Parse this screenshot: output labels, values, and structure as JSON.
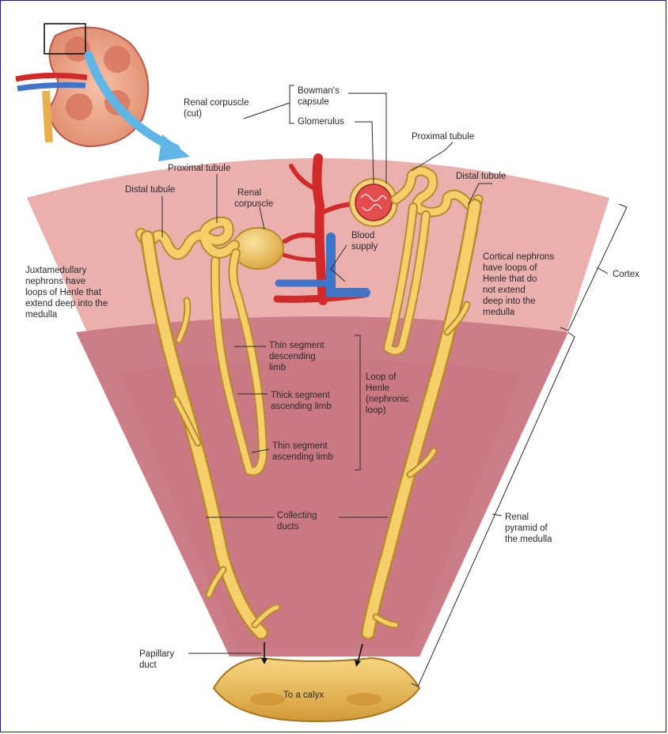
{
  "labels": {
    "renal_corpuscle_cut": [
      "Renal corpuscle",
      "(cut)"
    ],
    "bowmans_capsule": [
      "Bowman's",
      "capsule"
    ],
    "glomerulus": "Glomerulus",
    "proximal_tubule_right": "Proximal tubule",
    "proximal_tubule_left": "Proximal tubule",
    "distal_tubule_right": "Distal tubule",
    "distal_tubule_left": "Distal tubule",
    "renal_corpuscle": [
      "Renal",
      "corpuscle"
    ],
    "blood_supply": [
      "Blood",
      "supply"
    ],
    "juxtamedullary": [
      "Juxtamedullary",
      "nephrons have",
      "loops of Henle that",
      "extend deep into the",
      "medulla"
    ],
    "cortical_nephrons": [
      "Cortical nephrons",
      "have loops of",
      "Henle that do",
      "not extend",
      "deep into the",
      "medulla"
    ],
    "cortex": "Cortex",
    "thin_desc": [
      "Thin segment",
      "descending",
      "limb"
    ],
    "thick_asc": [
      "Thick segment",
      "ascending limb"
    ],
    "thin_asc": [
      "Thin segment",
      "ascending limb"
    ],
    "loop_of_henle": [
      "Loop of",
      "Henle",
      "(nephronic",
      "loop)"
    ],
    "collecting_ducts": [
      "Collecting",
      "ducts"
    ],
    "renal_pyramid": [
      "Renal",
      "pyramid of",
      "the medulla"
    ],
    "papillary_duct": [
      "Papillary",
      "duct"
    ],
    "to_a_calyx": "To a calyx"
  },
  "colors": {
    "cortex": "#e9a8a8",
    "medulla": "#cf7f86",
    "tubule": "#f0c75e",
    "tubule_outline": "#b78a2e",
    "artery": "#d12a2a",
    "vein": "#3f74c9",
    "arrow": "#5fb6e6",
    "frame": "#1b1b8a"
  }
}
